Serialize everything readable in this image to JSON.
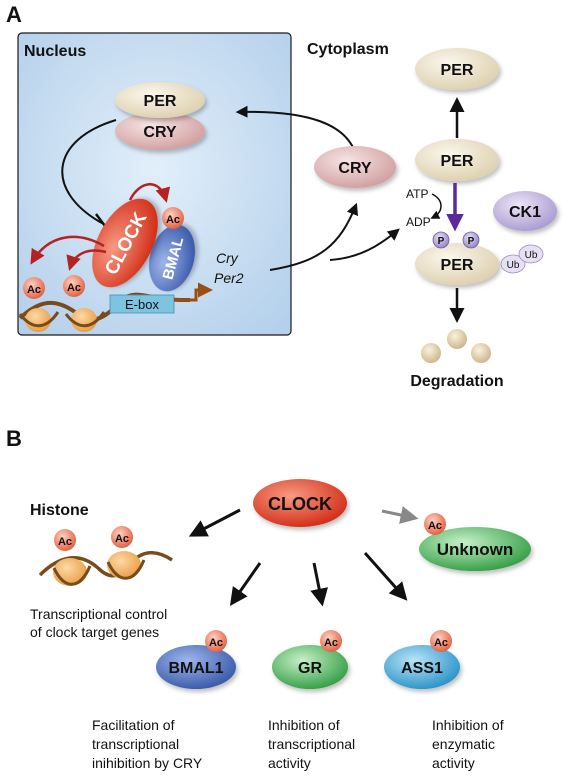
{
  "panel_a": {
    "label": "A",
    "nucleus": "Nucleus",
    "cytoplasm": "Cytoplasm",
    "per_nuc": "PER",
    "cry_nuc": "CRY",
    "cry_cyto": "CRY",
    "per_top": "PER",
    "per_mid": "PER",
    "per_bottom": "PER",
    "ck1": "CK1",
    "atp": "ATP",
    "adp": "ADP",
    "p": "P",
    "ub": "Ub",
    "clock": "CLOCK",
    "bmal": "BMAL",
    "ac": "Ac",
    "ebox": "E-box",
    "cry_gene": "Cry",
    "per2_gene": "Per2",
    "degradation": "Degradation"
  },
  "panel_b": {
    "label": "B",
    "histone": "Histone",
    "clock": "CLOCK",
    "unknown": "Unknown",
    "bmal1": "BMAL1",
    "gr": "GR",
    "ass1": "ASS1",
    "ac": "Ac",
    "histone_caption_1": "Transcriptional control",
    "histone_caption_2": "of clock target genes",
    "bmal1_caption_1": "Facilitation of",
    "bmal1_caption_2": "transcriptional",
    "bmal1_caption_3": "inihibition by CRY",
    "gr_caption_1": "Inhibition of",
    "gr_caption_2": "transcriptional",
    "gr_caption_3": "activity",
    "ass1_caption_1": "Inhibition of",
    "ass1_caption_2": "enzymatic",
    "ass1_caption_3": "activity"
  },
  "colors": {
    "nucleus_fill": "#c9dff3",
    "per_fill": "#ece2c9",
    "cry_fill": "#e8c2c2",
    "clock_fill": "#e0432b",
    "bmal_fill": "#5b7fc8",
    "gr_fill": "#46b957",
    "ass1_fill": "#3ea7dc",
    "ck1_fill": "#c9bde4",
    "ac_fill": "#f2866a",
    "ebox_fill": "#7ec3e0",
    "phosphate_arrow": "#5b2a9a",
    "acetylation_arrow": "#b52222",
    "gene_arrow": "#9a4e12"
  }
}
